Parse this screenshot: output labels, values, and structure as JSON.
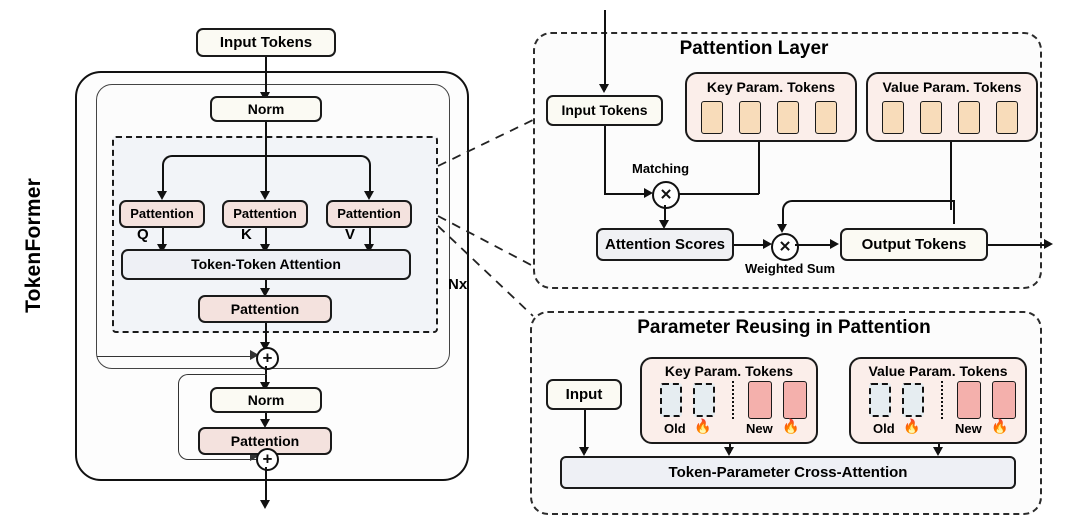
{
  "figure": {
    "left_panel_title": "TokenFormer",
    "repeat_label": "Nx"
  },
  "tokenformer": {
    "input_tokens": "Input Tokens",
    "norm1": "Norm",
    "attn_pattention_q": "Pattention",
    "attn_pattention_k": "Pattention",
    "attn_pattention_v": "Pattention",
    "q_label": "Q",
    "k_label": "K",
    "v_label": "V",
    "token_token_attention": "Token-Token Attention",
    "out_pattention": "Pattention",
    "add1": "⊕",
    "norm2": "Norm",
    "ffn_pattention": "Pattention",
    "add2": "⊕"
  },
  "pattention_layer": {
    "title": "Pattention Layer",
    "input_tokens": "Input Tokens",
    "key_param_tokens": {
      "caption": "Key Param. Tokens",
      "token_count": 4,
      "token_color": "#f8dcba"
    },
    "value_param_tokens": {
      "caption": "Value Param. Tokens",
      "token_count": 4,
      "token_color": "#f8dcba"
    },
    "matching_label": "Matching",
    "matching_op": "⊗",
    "attention_scores": "Attention Scores",
    "weighted_sum_label": "Weighted Sum",
    "weighted_sum_op": "⊗",
    "output_tokens": "Output Tokens"
  },
  "parameter_reusing": {
    "title": "Parameter Reusing in Pattention",
    "input": "Input",
    "key_param_tokens": {
      "caption": "Key Param. Tokens",
      "old_label": "Old",
      "new_label": "New",
      "old_count": 2,
      "new_count": 2,
      "old_color": "#e6edf1",
      "new_color": "#f4b0ac"
    },
    "value_param_tokens": {
      "caption": "Value Param. Tokens",
      "old_label": "Old",
      "new_label": "New",
      "old_count": 2,
      "new_count": 2,
      "old_color": "#e6edf1",
      "new_color": "#f4b0ac"
    },
    "flame_icon": "🔥",
    "cross_attention": "Token-Parameter Cross-Attention"
  },
  "colors": {
    "pattention_fill": "#f4e2de",
    "norm_fill": "#fbfaf3",
    "attention_fill": "#eef0f5",
    "param_box_fill": "#fbeeea",
    "stroke": "#111111"
  }
}
